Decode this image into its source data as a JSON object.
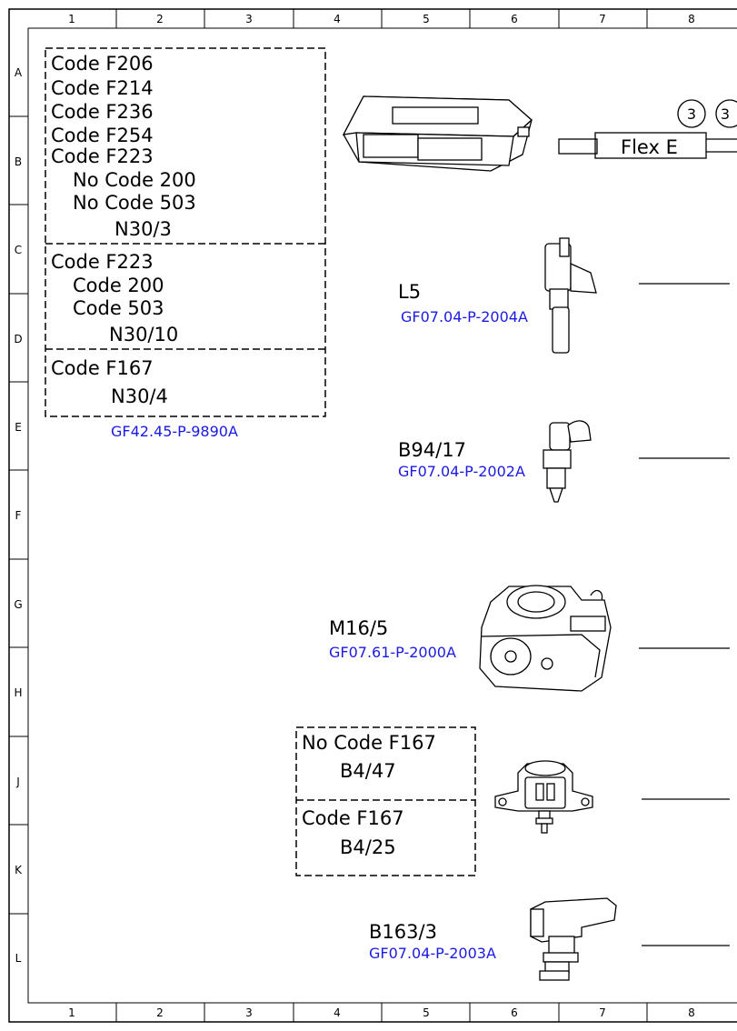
{
  "grid": {
    "columns": [
      "1",
      "2",
      "3",
      "4",
      "5",
      "6",
      "7",
      "8"
    ],
    "rows": [
      "A",
      "B",
      "C",
      "D",
      "E",
      "F",
      "G",
      "H",
      "J",
      "K",
      "L"
    ]
  },
  "groups": {
    "ecu_box": {
      "section1": [
        "Code F206",
        "Code F214",
        "Code F236",
        "Code F254",
        "Code F223"
      ],
      "section1_sub": [
        "No Code 200",
        "No Code 503"
      ],
      "section1_part": "N30/3",
      "section2": [
        "Code F223"
      ],
      "section2_sub": [
        "Code 200",
        "Code 503"
      ],
      "section2_part": "N30/10",
      "section3": [
        "Code F167"
      ],
      "section3_part": "N30/4",
      "ref": "GF42.45-P-9890A"
    },
    "sensor_box": {
      "section1": "No Code F167",
      "section1_part": "B4/47",
      "section2": "Code F167",
      "section2_part": "B4/25"
    }
  },
  "components": {
    "l5": {
      "label": "L5",
      "ref": "GF07.04-P-2004A"
    },
    "b94_17": {
      "label": "B94/17",
      "ref": "GF07.04-P-2002A"
    },
    "m16_5": {
      "label": "M16/5",
      "ref": "GF07.61-P-2000A"
    },
    "b163_3": {
      "label": "B163/3",
      "ref": "GF07.04-P-2003A"
    }
  },
  "connector": {
    "flex_label": "Flex E",
    "circle_labels": [
      "3",
      "3"
    ]
  },
  "colors": {
    "ref_link": "#1a1ae6",
    "line": "#000000"
  }
}
